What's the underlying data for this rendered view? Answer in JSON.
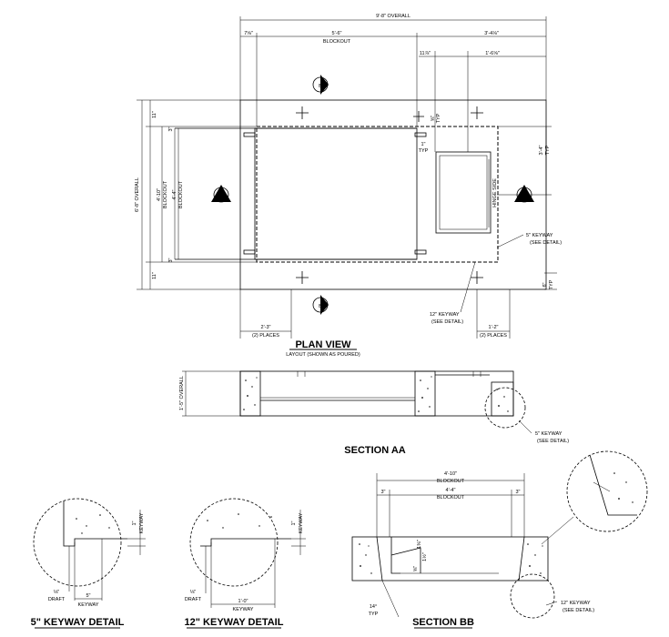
{
  "plan": {
    "overall_width": "9'-8\" OVERALL",
    "dim_7_5_8": "7⅝\"",
    "blockout_w": "5'-6\"",
    "blockout_word": "BLOCKOUT",
    "dim_3_4": "3'-4⅛\"",
    "dim_11_7_8": "11⅞\"",
    "dim_1_6": "1'-6⅝\"",
    "dim_11_top": "11\"",
    "dim_3": "3\"",
    "dim_4_10": "4'-10\"",
    "dim_4_4": "4'-4\"",
    "overall_height": "6'-8\" OVERALL",
    "dim_5_8": "⅝\"",
    "typ": "TYP",
    "dim_3_4_typ": "3'-4\"",
    "dim_1_1": "1\"",
    "hinge_side": "HINGE SIDE",
    "keyway_5": "5\" KEYWAY",
    "see_detail": "(SEE DETAIL)",
    "dim_6": "6\"",
    "keyway_12": "12\" KEYWAY",
    "dim_2_3": "2'-3\"",
    "places": "(2) PLACES",
    "dim_1_2": "1'-2\"",
    "marker_a": "A",
    "marker_b": "B"
  },
  "section_aa": {
    "overall": "1'-5\" OVERALL"
  },
  "details": {
    "d5_keyway": "KEYWAY",
    "d5_one": "1\"",
    "d5_draft_frac": "⅛\"",
    "d5_draft": "DRAFT",
    "d5_five": "5\"",
    "d12_keyway": "KEYWAY",
    "d12_one": "1\"",
    "d12_draft_frac": "⅛\"",
    "d12_draft": "DRAFT",
    "d12_onefoot": "1'-0\""
  },
  "section_bb": {
    "dim_4_10": "4'-10\"",
    "dim_4_4": "4'-4\"",
    "blockout": "BLOCKOUT",
    "dim_3": "3\"",
    "dim_1_3_8": "1⅜\"",
    "dim_1_2": "1½\"",
    "dim_5_8": "⅝\"",
    "dim_14": "14°",
    "typ": "TYP",
    "keyway_12": "12\" KEYWAY",
    "see_detail": "(SEE DETAIL)"
  },
  "titles": {
    "plan_view": "PLAN VIEW",
    "plan_sub": "LAYOUT (SHOWN AS POURED)",
    "section_aa": "SECTION AA",
    "keyway5": "5\" KEYWAY DETAIL",
    "keyway12": "12\" KEYWAY DETAIL",
    "section_bb": "SECTION BB"
  }
}
